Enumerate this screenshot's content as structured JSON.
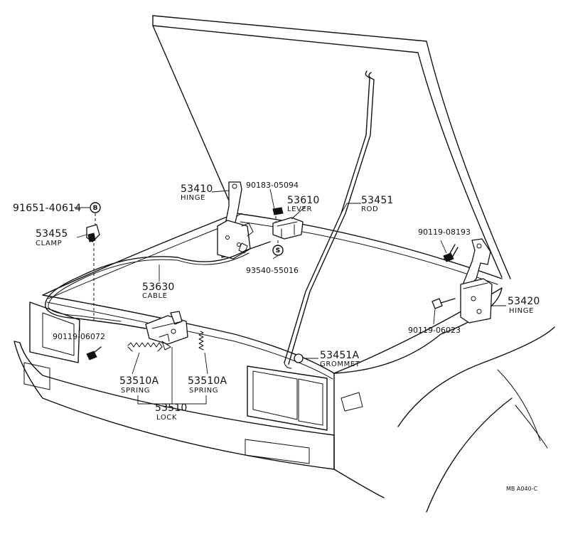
{
  "parts": {
    "p1": {
      "number": "91651-40614",
      "symbol": "B"
    },
    "p2": {
      "number": "53455",
      "name": "CLAMP"
    },
    "p3": {
      "number": "53410",
      "name": "HINGE"
    },
    "p4": {
      "number": "90183-05094"
    },
    "p5": {
      "number": "53610",
      "name": "LEVER"
    },
    "p6": {
      "number": "53451",
      "name": "ROD"
    },
    "p7": {
      "number": "93540-55016",
      "symbol": "S"
    },
    "p8": {
      "number": "53630",
      "name": "CABLE"
    },
    "p9": {
      "number": "90119-08193"
    },
    "p10": {
      "number": "53420",
      "name": "HINGE"
    },
    "p11": {
      "number": "90119-06023"
    },
    "p12": {
      "number": "90119-06072"
    },
    "p13": {
      "number": "53451A",
      "name": "GROMMET"
    },
    "p14": {
      "number": "53510A",
      "name": "SPRING"
    },
    "p15": {
      "number": "53510A",
      "name": "SPRING"
    },
    "p16": {
      "number": "53510",
      "name": "LOCK"
    }
  },
  "figure_code": "MB A040-C"
}
